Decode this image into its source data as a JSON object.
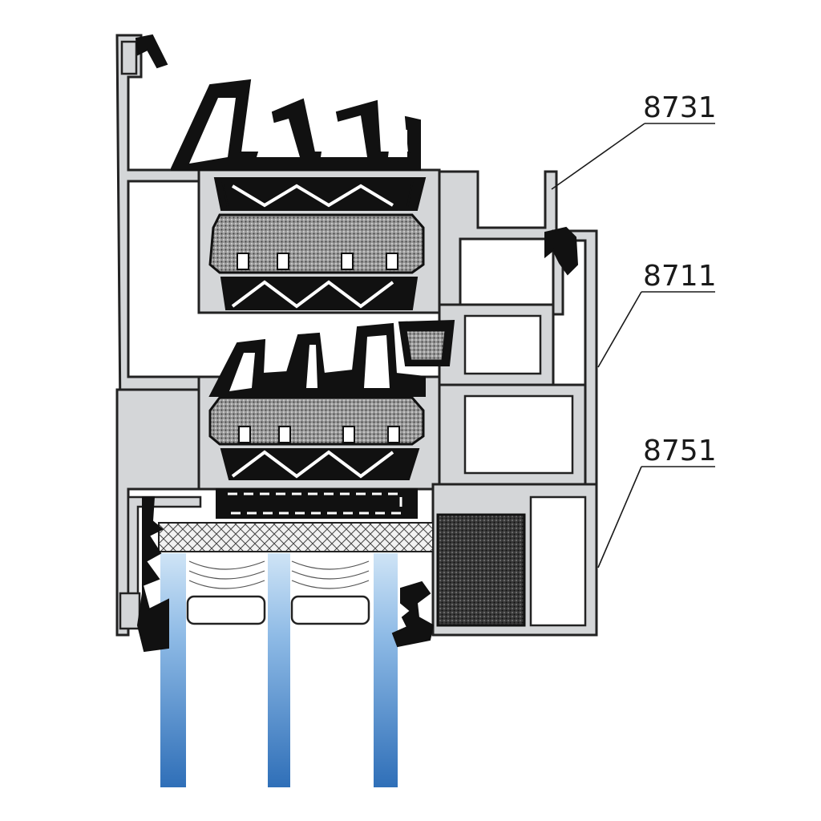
{
  "callouts": [
    {
      "id": "8731",
      "label": "8731"
    },
    {
      "id": "8711",
      "label": "8711"
    },
    {
      "id": "8751",
      "label": "8751"
    }
  ],
  "colors": {
    "glass_top": "#cfe4f6",
    "glass_bottom": "#2f6fb8",
    "aluminium": "#d4d6d8",
    "gasket": "#111111",
    "line": "#1a1a1a"
  },
  "icons": {
    "glazing_pane": "glass-pane-icon",
    "gasket": "gasket-icon",
    "insulation": "insulation-foam-icon"
  }
}
